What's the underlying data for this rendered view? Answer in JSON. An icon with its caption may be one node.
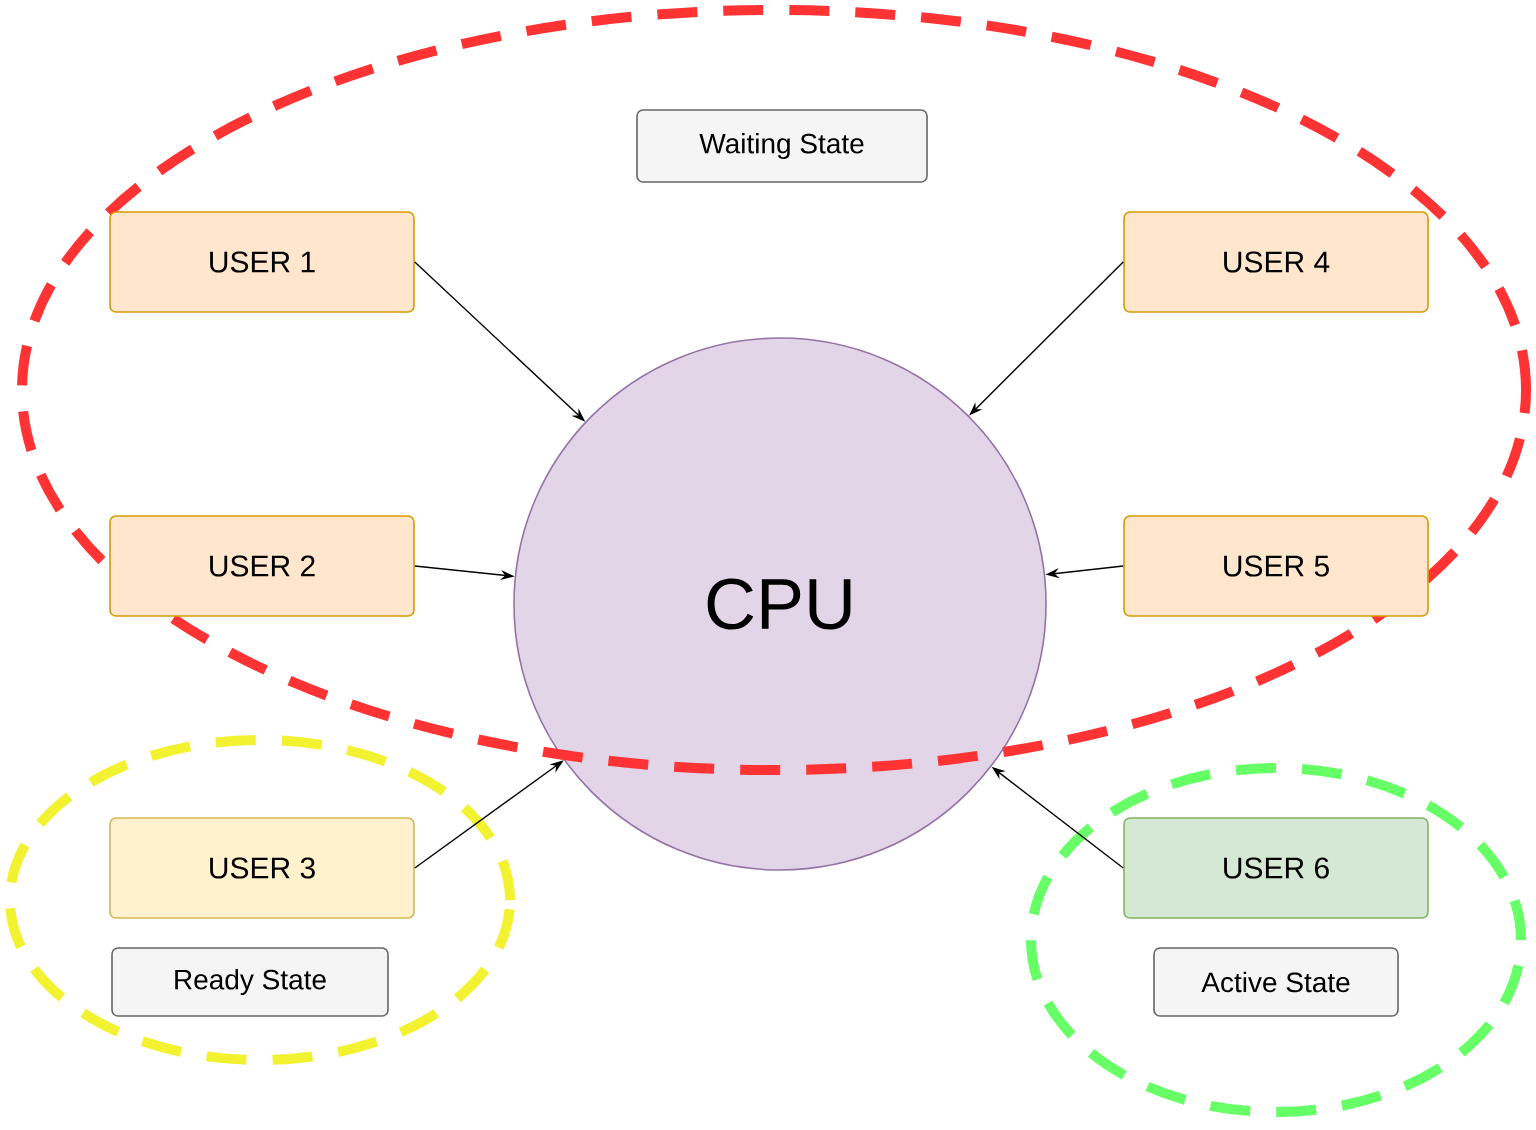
{
  "diagram": {
    "nodes": [
      {
        "text": [],
        "shape": "ellipse"
      },
      {
        "text": [
          "Waiting State"
        ],
        "in": 0
      },
      {
        "text": [
          "USER 1"
        ],
        "in": 0
      },
      {
        "text": [
          "USER 4"
        ],
        "in": 0
      },
      {
        "text": [
          "CPU"
        ]
      },
      {
        "text": [
          "USER 2"
        ],
        "in": 0
      },
      {
        "text": [
          "USER 5"
        ],
        "in": 0
      },
      {
        "text": [],
        "shape": "ellipse"
      },
      {
        "text": [
          "USER 3"
        ],
        "in": 7
      },
      {
        "text": [
          "Ready State"
        ],
        "in": 7
      },
      {
        "text": [],
        "shape": "ellipse"
      },
      {
        "text": [
          "USER 6"
        ],
        "in": 10
      },
      {
        "text": [
          "Active State"
        ],
        "in": 10
      }
    ],
    "edges": [
      {
        "from": 2,
        "to": 4,
        "arrow": "to"
      },
      {
        "from": 3,
        "to": 4,
        "arrow": "to"
      },
      {
        "from": 5,
        "to": 4,
        "arrow": "to"
      },
      {
        "from": 6,
        "to": 4,
        "arrow": "to"
      },
      {
        "from": 8,
        "to": 4,
        "arrow": "to"
      },
      {
        "from": 11,
        "to": 4,
        "arrow": "to"
      }
    ]
  }
}
